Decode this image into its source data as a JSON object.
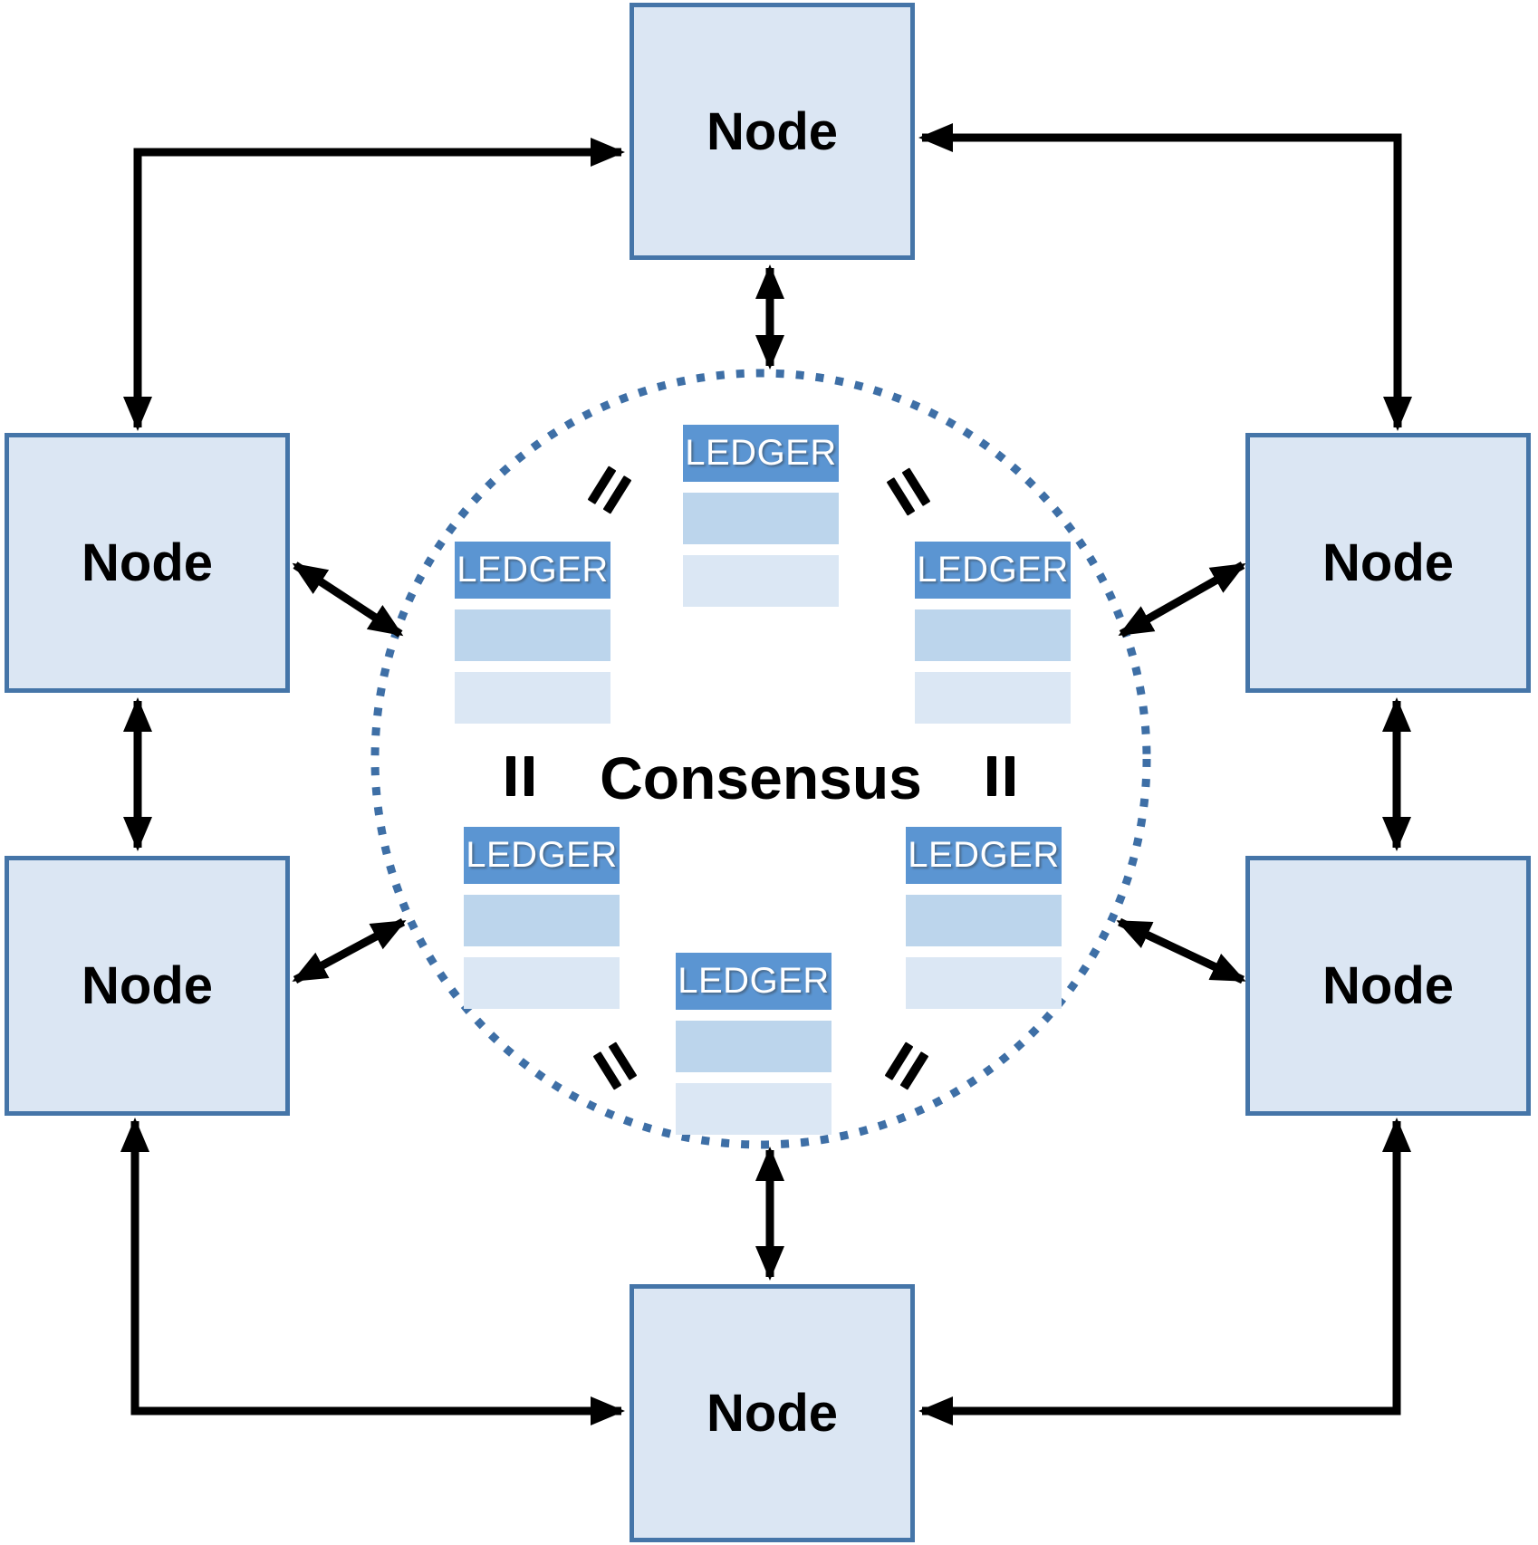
{
  "diagram": {
    "center_label": "Consensus",
    "nodes": [
      {
        "position": "top",
        "label": "Node"
      },
      {
        "position": "left-upper",
        "label": "Node"
      },
      {
        "position": "left-lower",
        "label": "Node"
      },
      {
        "position": "right-upper",
        "label": "Node"
      },
      {
        "position": "right-lower",
        "label": "Node"
      },
      {
        "position": "bottom",
        "label": "Node"
      }
    ],
    "ledgers": [
      {
        "position": "top-center",
        "label": "LEDGER"
      },
      {
        "position": "upper-left",
        "label": "LEDGER"
      },
      {
        "position": "upper-right",
        "label": "LEDGER"
      },
      {
        "position": "lower-left",
        "label": "LEDGER"
      },
      {
        "position": "lower-right",
        "label": "LEDGER"
      },
      {
        "position": "bottom-center",
        "label": "LEDGER"
      }
    ],
    "equality_marks_count": 6,
    "colors": {
      "node_fill": "#dbe6f3",
      "node_border": "#4575a8",
      "ledger_header_fill": "#5b95d2",
      "ledger_header_text": "#ffffff",
      "ledger_row_light": "#bcd5ec",
      "ledger_row_lighter": "#dbe7f4",
      "dotted_circle": "#3e6fa6",
      "arrow": "#000000",
      "text": "#000000"
    }
  }
}
